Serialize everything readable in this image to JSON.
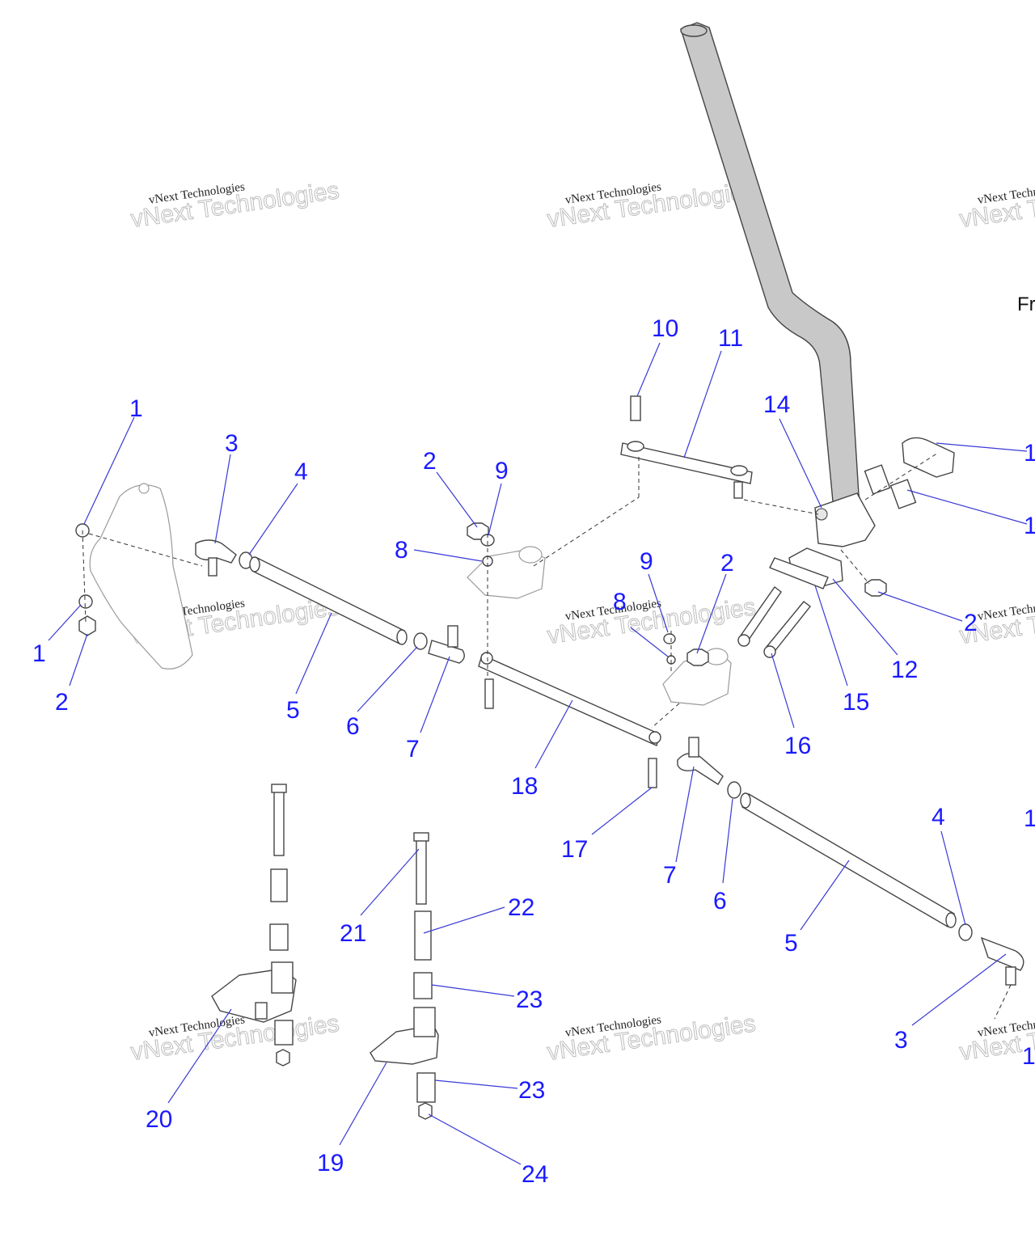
{
  "watermark": {
    "line1": "vNext Technologies",
    "big": "vNext Technologies"
  },
  "edge_text": "Fr",
  "callouts": [
    {
      "id": "c1a",
      "label": "1"
    },
    {
      "id": "c1b",
      "label": "1"
    },
    {
      "id": "c2a",
      "label": "2"
    },
    {
      "id": "c3a",
      "label": "3"
    },
    {
      "id": "c4a",
      "label": "4"
    },
    {
      "id": "c5a",
      "label": "5"
    },
    {
      "id": "c6a",
      "label": "6"
    },
    {
      "id": "c7a",
      "label": "7"
    },
    {
      "id": "c2b",
      "label": "2"
    },
    {
      "id": "c9a",
      "label": "9"
    },
    {
      "id": "c8a",
      "label": "8"
    },
    {
      "id": "c10",
      "label": "10"
    },
    {
      "id": "c11",
      "label": "11"
    },
    {
      "id": "c14",
      "label": "14"
    },
    {
      "id": "c9b",
      "label": "9"
    },
    {
      "id": "c8b",
      "label": "8"
    },
    {
      "id": "c2c",
      "label": "2"
    },
    {
      "id": "c2d",
      "label": "2"
    },
    {
      "id": "c12",
      "label": "12"
    },
    {
      "id": "c15",
      "label": "15"
    },
    {
      "id": "c16",
      "label": "16"
    },
    {
      "id": "c18",
      "label": "18"
    },
    {
      "id": "c17",
      "label": "17"
    },
    {
      "id": "c7b",
      "label": "7"
    },
    {
      "id": "c6b",
      "label": "6"
    },
    {
      "id": "c5b",
      "label": "5"
    },
    {
      "id": "c4b",
      "label": "4"
    },
    {
      "id": "c3b",
      "label": "3"
    },
    {
      "id": "c21",
      "label": "21"
    },
    {
      "id": "c22",
      "label": "22"
    },
    {
      "id": "c23a",
      "label": "23"
    },
    {
      "id": "c23b",
      "label": "23"
    },
    {
      "id": "c20",
      "label": "20"
    },
    {
      "id": "c19",
      "label": "19"
    },
    {
      "id": "c24",
      "label": "24"
    },
    {
      "id": "c1r1",
      "label": "1"
    },
    {
      "id": "c1r2",
      "label": "1"
    },
    {
      "id": "c1r3",
      "label": "1"
    },
    {
      "id": "c1r4",
      "label": "1"
    }
  ]
}
